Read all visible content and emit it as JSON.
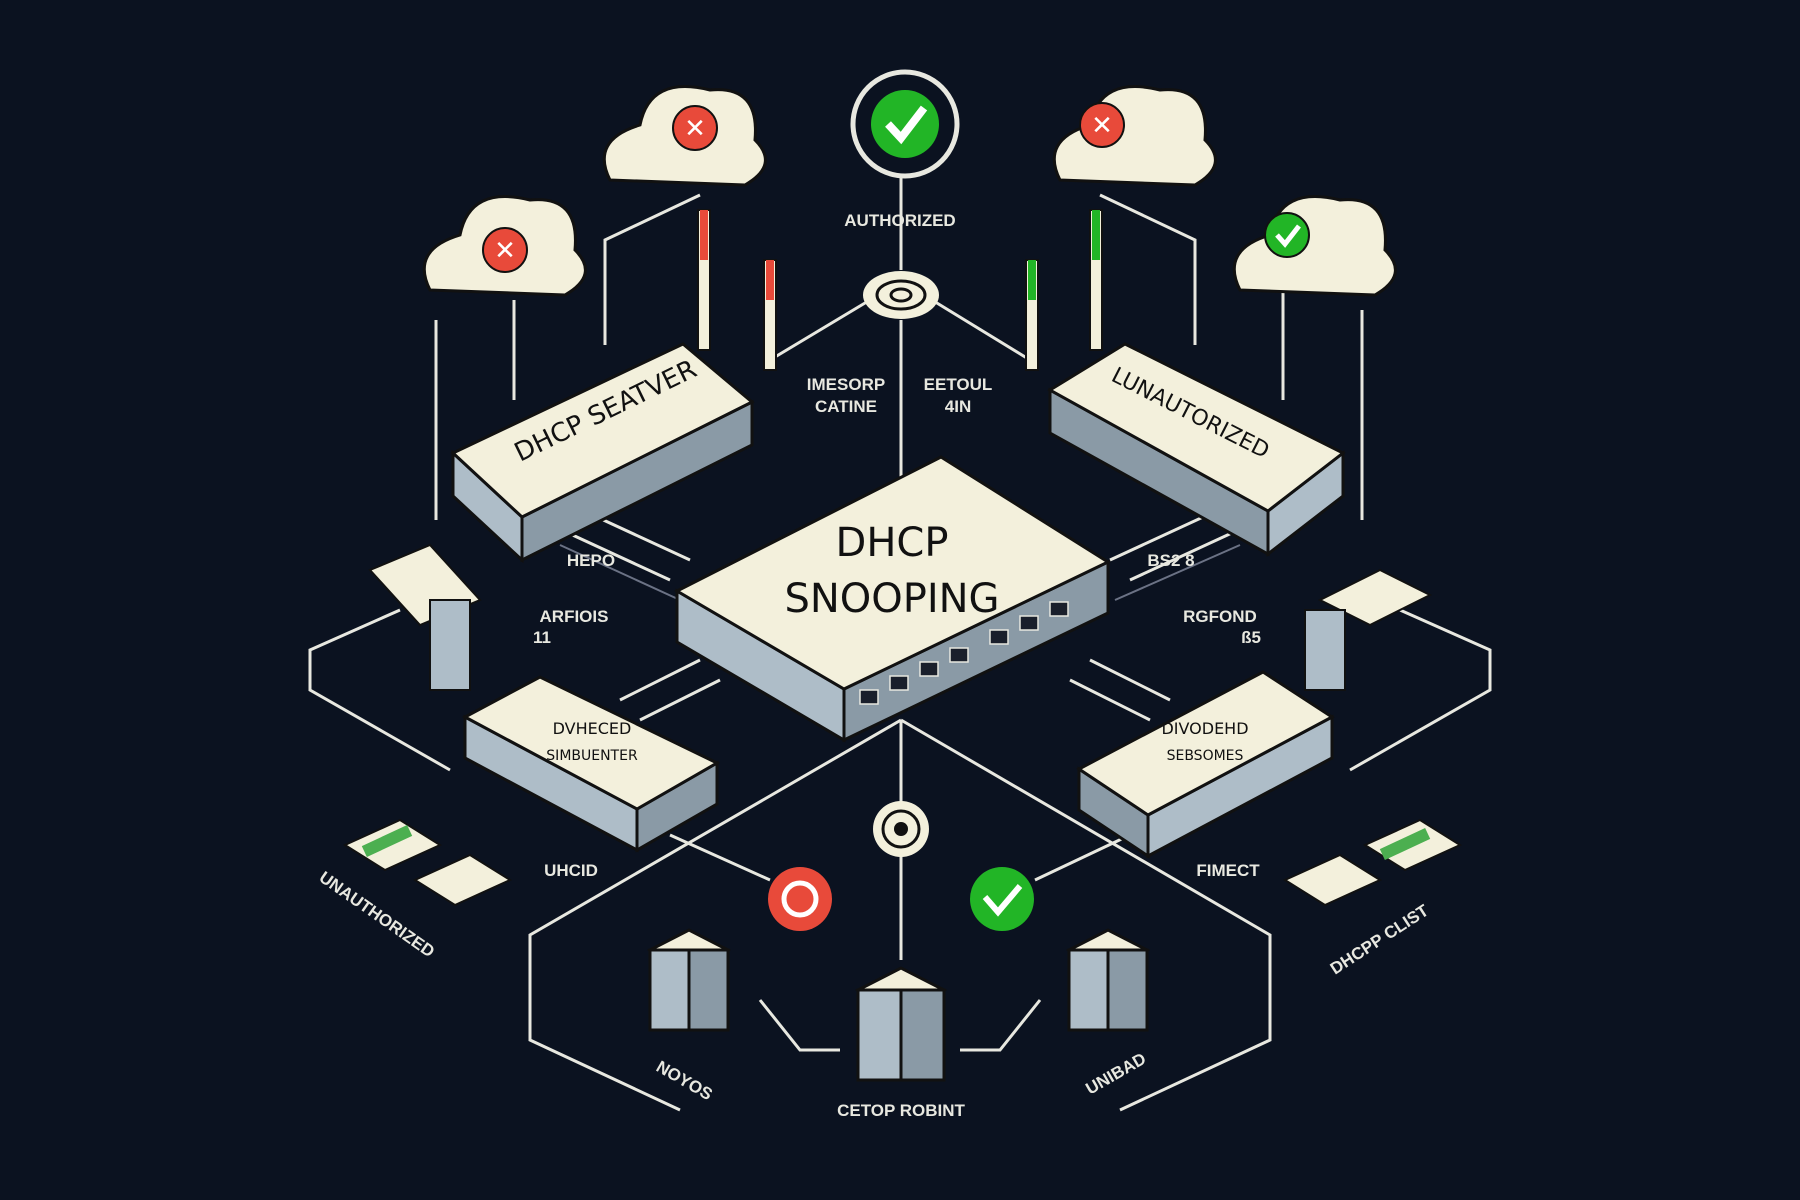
{
  "title_label": "AUTHORIZED",
  "central_switch": {
    "line1": "DHCP",
    "line2": "SNOOPING"
  },
  "switches": {
    "top_left": "DHCP SEATVER",
    "top_right": "LUNAUTORIZED",
    "bottom_left": {
      "line1": "DVHECED",
      "line2": "SIMBUENTER"
    },
    "bottom_right": {
      "line1": "DIVODEHD",
      "line2": "SEBSOMES"
    }
  },
  "labels": {
    "upper_mid_left": {
      "line1": "IMESORP",
      "line2": "CATINE"
    },
    "upper_mid_right": {
      "line1": "EETOUL",
      "line2": "4IN"
    },
    "left_a": "HEPO",
    "left_b": "ARFIOIS",
    "left_c": "11",
    "right_a": "BS2 8",
    "right_b": "RGFOND",
    "right_c": "ß5",
    "lower_left": "UHCID",
    "lower_right": "FIMECT",
    "far_left": "UNAUTHORIZED",
    "far_right": "DHCPP CLIST",
    "bottom_left": "NOYOS",
    "bottom_center": "CETOP ROBINT",
    "bottom_right": "UNIBAD"
  },
  "colors": {
    "background": "#0b1220",
    "deny": "#e84a3a",
    "allow": "#22b526",
    "panel": "#f3f0dc"
  }
}
